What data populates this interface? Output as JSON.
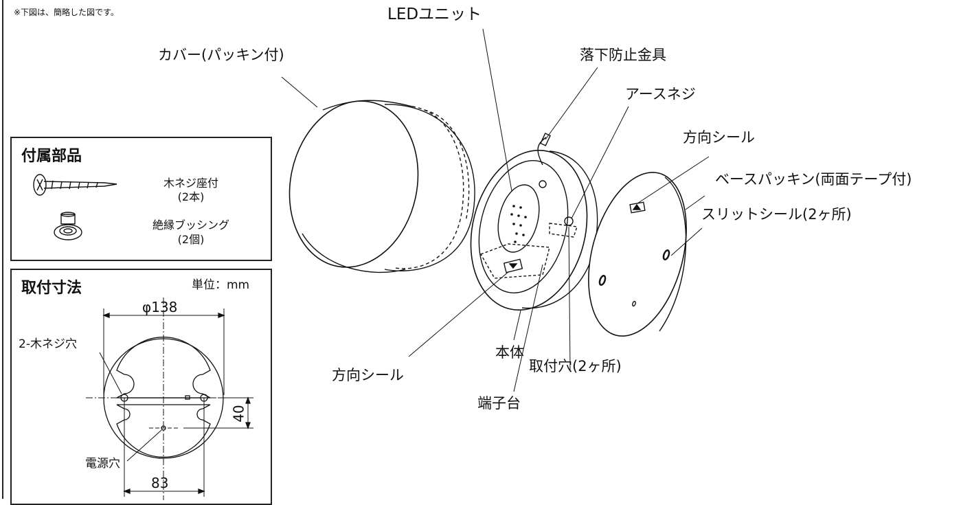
{
  "note": "※下図は、簡略した図です。",
  "callouts": {
    "led_unit": "LEDユニット",
    "cover": "カバー(パッキン付)",
    "fall_prevention": "落下防止金具",
    "earth_screw": "アースネジ",
    "direction_seal_top": "方向シール",
    "base_packing": "ベースパッキン(両面テープ付)",
    "slit_seal": "スリットシール(2ヶ所)",
    "direction_seal_bottom": "方向シール",
    "body": "本体",
    "mounting_holes": "取付穴(2ヶ所)",
    "terminal_block": "端子台"
  },
  "accessories": {
    "title": "付属部品",
    "screw_label": "木ネジ座付",
    "screw_qty": "(2本)",
    "bushing_label": "絶縁ブッシング",
    "bushing_qty": "(2個)"
  },
  "dimensions": {
    "title": "取付寸法",
    "unit": "単位：mm",
    "diameter": "φ138",
    "screw_holes": "2-木ネジ穴",
    "offset": "40",
    "power_hole": "電源穴",
    "spacing": "83"
  }
}
